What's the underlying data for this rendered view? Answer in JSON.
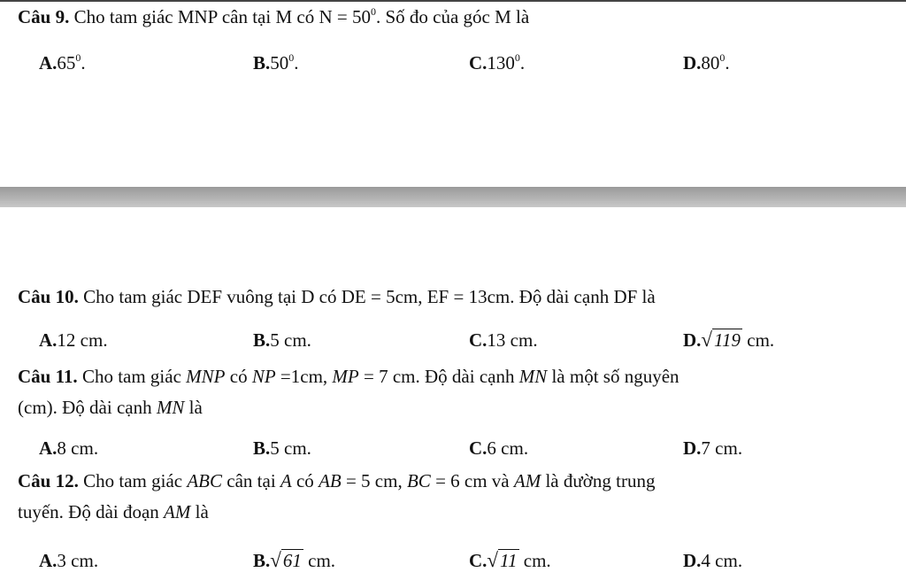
{
  "q9": {
    "num": "Câu 9.",
    "text_a": "Cho tam giác MNP cân tại M có N = 50",
    "text_sup": "0",
    "text_b": ". Số đo của góc M là",
    "options": [
      {
        "letter": "A.",
        "value": "65",
        "sup": "0",
        "tail": "."
      },
      {
        "letter": "B.",
        "value": "50",
        "sup": "0",
        "tail": "."
      },
      {
        "letter": "C.",
        "value": "130",
        "sup": "0",
        "tail": "."
      },
      {
        "letter": "D.",
        "value": "80",
        "sup": "0",
        "tail": "."
      }
    ]
  },
  "q10": {
    "num": "Câu 10.",
    "text": "Cho tam giác DEF vuông tại D có DE = 5cm, EF = 13cm. Độ dài cạnh DF là",
    "options": [
      {
        "letter": "A.",
        "value": "12 cm."
      },
      {
        "letter": "B.",
        "value": "5 cm."
      },
      {
        "letter": "C.",
        "value": "13 cm."
      },
      {
        "letter": "D.",
        "radicand": "119",
        "tail": " cm."
      }
    ]
  },
  "q11": {
    "num": "Câu 11.",
    "text_a": "Cho tam giác ",
    "text_b": "MNP",
    "text_c": " có ",
    "text_d": "NP",
    "text_e": " =1cm, ",
    "text_f": "MP",
    "text_g": " = 7 cm. Độ dài cạnh ",
    "text_h": "MN",
    "text_i": " là một số nguyên",
    "line2_a": "(cm). Độ dài cạnh ",
    "line2_b": "MN",
    "line2_c": " là",
    "options": [
      {
        "letter": "A.",
        "value": "8 cm."
      },
      {
        "letter": "B.",
        "value": "5 cm."
      },
      {
        "letter": "C.",
        "value": "6 cm."
      },
      {
        "letter": "D.",
        "value": "7 cm."
      }
    ]
  },
  "q12": {
    "num": "Câu 12.",
    "text_a": "Cho tam giác ",
    "text_b": "ABC",
    "text_c": " cân tại ",
    "text_d": "A",
    "text_e": " có ",
    "text_f": "AB",
    "text_g": " = 5 cm, ",
    "text_h": "BC",
    "text_i": " = 6 cm và ",
    "text_j": "AM",
    "text_k": " là đường trung",
    "line2_a": "tuyến. Độ dài đoạn ",
    "line2_b": "AM",
    "line2_c": " là",
    "options": [
      {
        "letter": "A.",
        "value": "3 cm."
      },
      {
        "letter": "B.",
        "radicand": "61",
        "tail": " cm."
      },
      {
        "letter": "C.",
        "radicand": "11",
        "tail": " cm."
      },
      {
        "letter": "D.",
        "value": "4 cm."
      }
    ]
  }
}
